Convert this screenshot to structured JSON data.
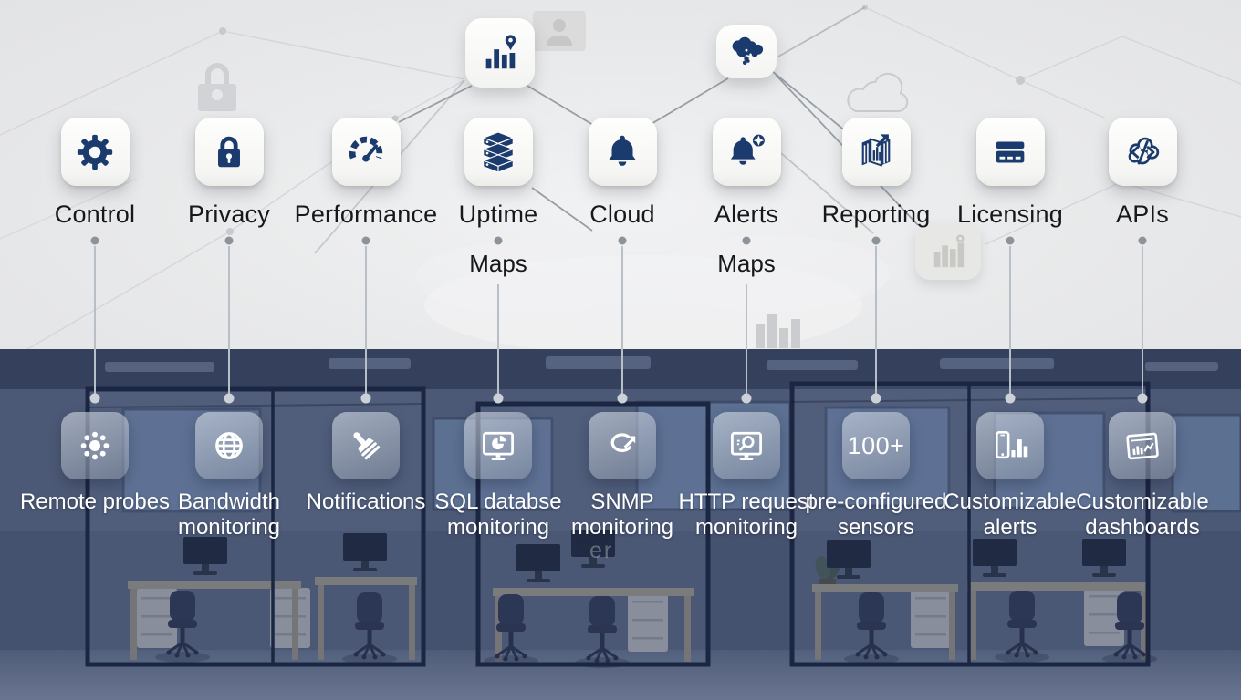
{
  "palette": {
    "icon_navy": "#1b3a6d",
    "tile_white": "#fafaf9",
    "label_dark": "#17181b",
    "label_light": "#ffffff",
    "connector_gray": "#9aa0a8",
    "office_overlay_blue": "#2e3c5f",
    "glass_tile": "rgba(180,190,205,0.55)"
  },
  "top": {
    "features": [
      {
        "label": "Control",
        "icon": "gear"
      },
      {
        "label": "Privacy",
        "icon": "padlock"
      },
      {
        "label": "Performance",
        "icon": "gauge"
      },
      {
        "label": "Uptime",
        "icon": "server-stack",
        "sub_label": "Maps"
      },
      {
        "label": "Cloud",
        "icon": "bell"
      },
      {
        "label": "Alerts",
        "icon": "bell-badge",
        "sub_label": "Maps"
      },
      {
        "label": "Reporting",
        "icon": "folded-map-arrow"
      },
      {
        "label": "Licensing",
        "icon": "credit-card"
      },
      {
        "label": "APIs",
        "icon": "cloud-code"
      }
    ]
  },
  "floating": [
    {
      "icon": "bar-chart-location-pin"
    },
    {
      "icon": "world-map"
    }
  ],
  "bottom": {
    "features": [
      {
        "label_line1": "Remote probes",
        "label_line2": "",
        "icon": "probe-hub"
      },
      {
        "label_line1": "Bandwidth",
        "label_line2": "monitoring",
        "icon": "globe"
      },
      {
        "label_line1": "Notifications",
        "label_line2": "",
        "icon": "stamp"
      },
      {
        "label_line1": "SQL databse",
        "label_line2": "monitoring",
        "icon": "monitor-pie-chart"
      },
      {
        "label_line1": "SNMP",
        "label_line2": "monitoring",
        "icon": "loop-arrow"
      },
      {
        "label_line1": "HTTP request",
        "label_line2": "monitoring",
        "icon": "monitor-magnifier"
      },
      {
        "label_line1": "pre-configured",
        "label_line2": "sensors",
        "icon": "badge-100-plus",
        "icon_text": "100+"
      },
      {
        "label_line1": "Customizable",
        "label_line2": "alerts",
        "icon": "phone-bar-chart"
      },
      {
        "label_line1": "Customizable",
        "label_line2": "dashboards",
        "icon": "dashboard-document"
      }
    ]
  },
  "misc": {
    "artifact_text": "er"
  }
}
